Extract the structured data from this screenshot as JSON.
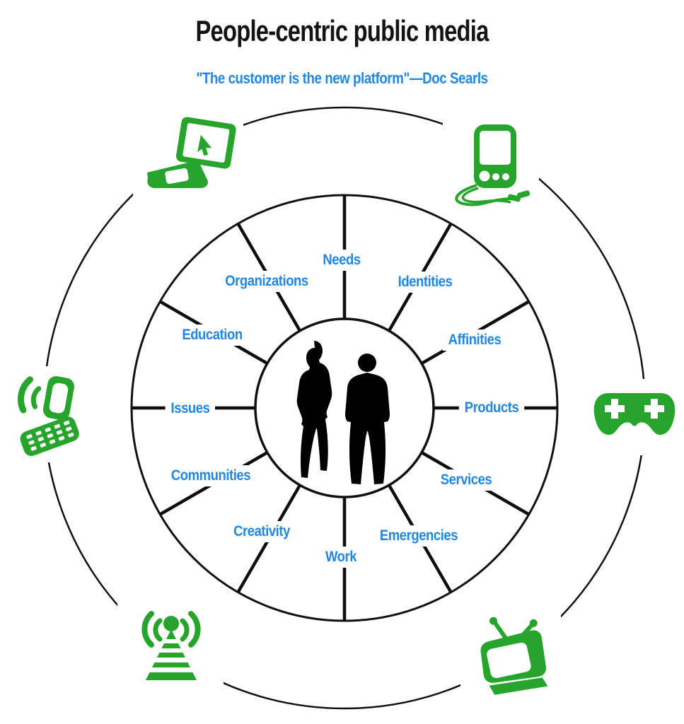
{
  "header": {
    "title": "People-centric public media",
    "subtitle": "\"The customer is the new platform\"—Doc Searls"
  },
  "wheel": {
    "center": {
      "description": "man and woman silhouettes"
    },
    "sectors": [
      {
        "label": "Needs"
      },
      {
        "label": "Identities"
      },
      {
        "label": "Affinities"
      },
      {
        "label": "Products"
      },
      {
        "label": "Services"
      },
      {
        "label": "Emergencies"
      },
      {
        "label": "Work"
      },
      {
        "label": "Creativity"
      },
      {
        "label": "Communities"
      },
      {
        "label": "Issues"
      },
      {
        "label": "Education"
      },
      {
        "label": "Organizations"
      }
    ]
  },
  "devices": [
    {
      "name": "laptop"
    },
    {
      "name": "portable media player"
    },
    {
      "name": "mobile phone"
    },
    {
      "name": "game controller"
    },
    {
      "name": "broadcast tower"
    },
    {
      "name": "television"
    }
  ],
  "colors": {
    "device_green": "#27a42b",
    "label_blue": "#2287e2",
    "line_black": "#0e0e0e"
  }
}
